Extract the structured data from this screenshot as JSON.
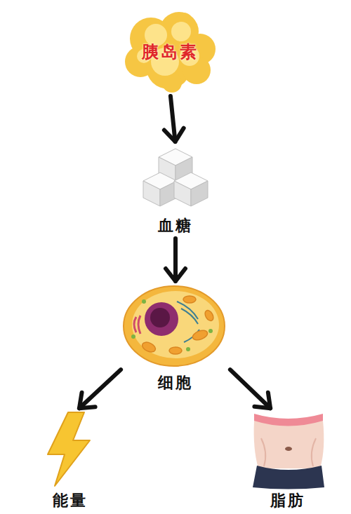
{
  "diagram": {
    "nodes": [
      {
        "text": [
          "胰岛素"
        ]
      },
      {
        "text": [
          "血糖"
        ]
      },
      {
        "text": [
          "细胞"
        ]
      },
      {
        "text": [
          "能量"
        ]
      },
      {
        "text": [
          "脂肪"
        ]
      }
    ],
    "edges": [
      {
        "from": 0,
        "to": 1,
        "arrow": "to"
      },
      {
        "from": 1,
        "to": 2,
        "arrow": "to"
      },
      {
        "from": 2,
        "to": 3,
        "arrow": "to"
      },
      {
        "from": 2,
        "to": 4,
        "arrow": "to"
      }
    ]
  }
}
